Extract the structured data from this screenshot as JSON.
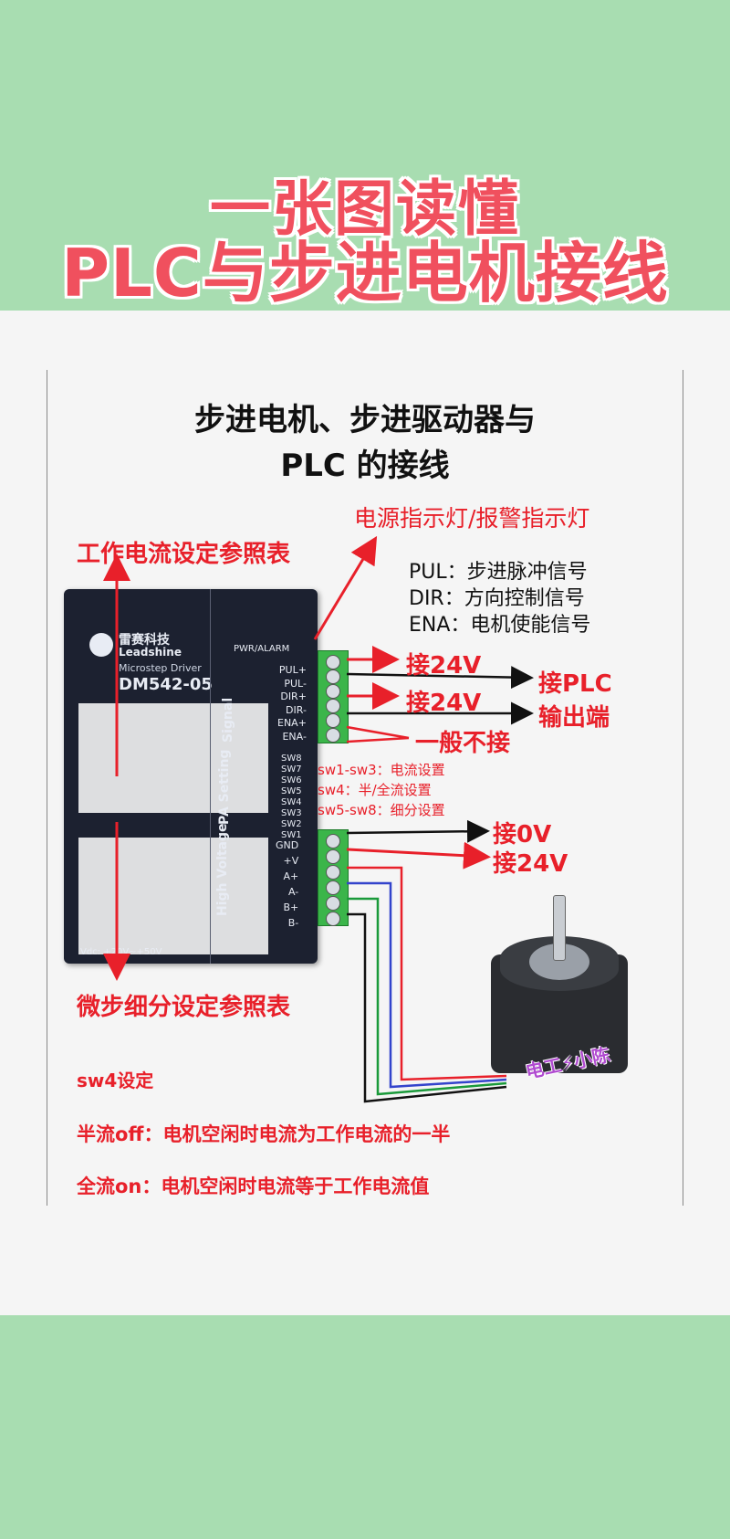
{
  "headline": {
    "line1": "一张图读懂",
    "line2": "PLC与步进电机接线"
  },
  "diagram": {
    "title_line1": "步进电机、步进驱动器与",
    "title_line2": "PLC 的接线",
    "power_led": "电源指示灯/报警指示灯",
    "current_table": "工作电流设定参照表",
    "microstep_table": "微步细分设定参照表",
    "legend": [
      "PUL：步进脉冲信号",
      "DIR：方向控制信号",
      "ENA：电机使能信号"
    ],
    "connect_24v_1": "接24V",
    "connect_24v_2": "接24V",
    "connect_plc": "接PLC",
    "plc_output": "输出端",
    "not_connected": "一般不接",
    "sw_notes": [
      "sw1-sw3：电流设置",
      "sw4：半/全流设置",
      "sw5-sw8：细分设置"
    ],
    "connect_0v": "接0V",
    "connect_24v_3": "接24V",
    "watermark": "电工⚡小陈",
    "sw4_title": "sw4设定",
    "half_current": "半流off：电机空闲时电流为工作电流的一半",
    "full_current": "全流on：电机空闲时电流等于工作电流值"
  },
  "driver": {
    "brand": "雷赛科技",
    "brand_en": "Leadshine",
    "subtitle": "Microstep Driver",
    "model": "DM542-05",
    "pwr_alarm": "PWR/ALARM",
    "signal_pins": [
      "PUL+",
      "PUL-",
      "DIR+",
      "DIR-",
      "ENA+",
      "ENA-"
    ],
    "signal_section": "Signal",
    "pa_section": "PA Setting",
    "switch_pins": [
      "SW8",
      "SW7",
      "SW6",
      "SW5",
      "SW4",
      "SW3",
      "SW2",
      "SW1"
    ],
    "hv_section": "High Voltage",
    "power_pins": [
      "GND",
      "+V",
      "A+",
      "A-",
      "B+",
      "B-"
    ],
    "vdc": "Vdc: +20V~+50V"
  },
  "colors": {
    "accent_red": "#e8202a",
    "headline_red": "#f0505e",
    "green_band": "#a8ddb1",
    "wire_blue": "#3344cc",
    "wire_green": "#1a9a3a"
  }
}
